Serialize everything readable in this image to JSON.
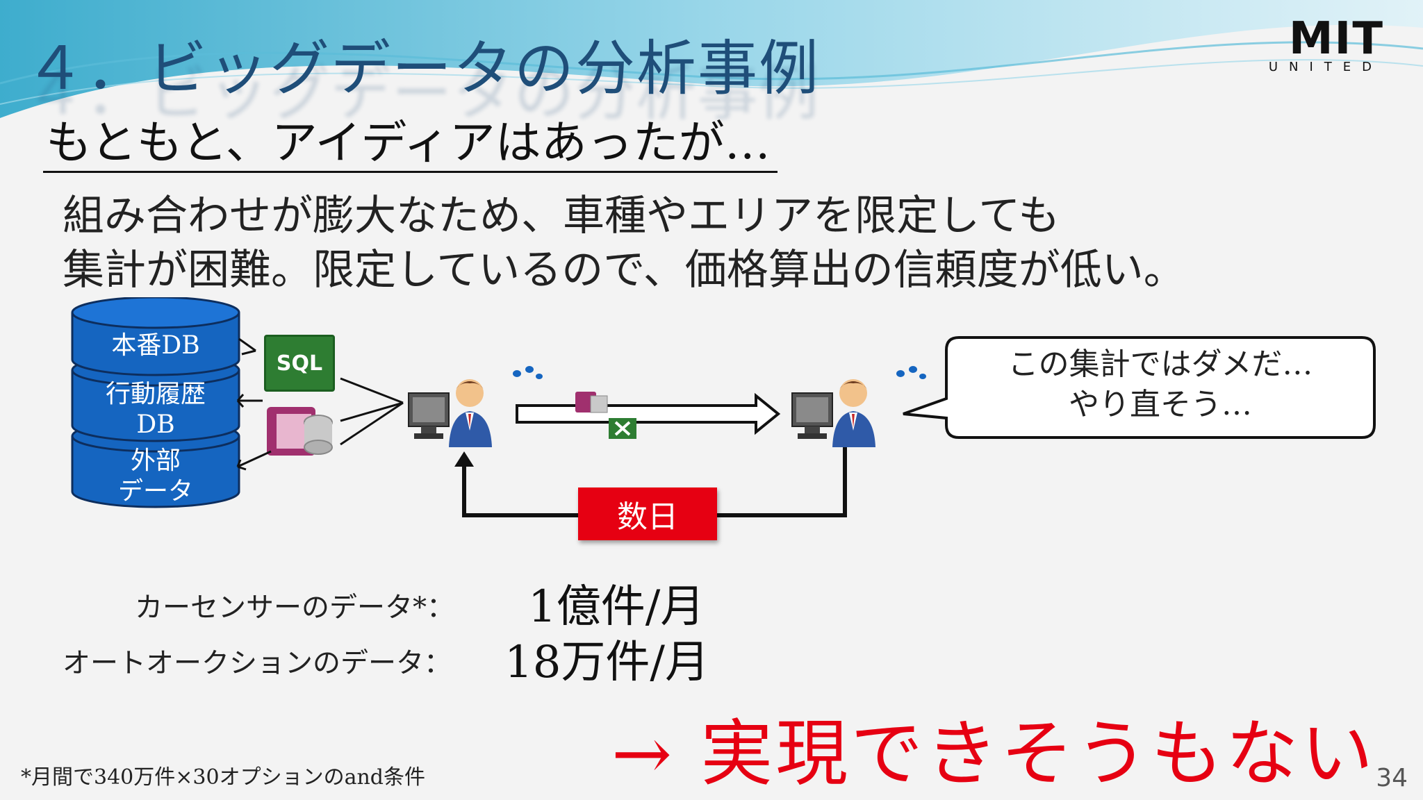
{
  "slide": {
    "title": "４．ビッグデータの分析事例",
    "subheading": "もともと、アイディアはあったが…",
    "body_lines": [
      "組み合わせが膨大なため、車種やエリアを限定しても",
      "集計が困難。限定しているので、価格算出の信頼度が低い。"
    ],
    "logo_main": "MIT",
    "logo_sub": "UNITED",
    "page_number": "34"
  },
  "diagram": {
    "databases": [
      {
        "label": "本番DB"
      },
      {
        "label": "行動履歴\nDB"
      },
      {
        "label": "外部\nデータ"
      }
    ],
    "sql_icon_label": "SQL",
    "speech_bubble": "この集計ではダメだ…\nやり直そう…",
    "duration_label": "数日"
  },
  "stats": [
    {
      "label": "カーセンサーのデータ*：",
      "value": "1億件/月"
    },
    {
      "label": "オートオークションのデータ：",
      "value": "18万件/月"
    }
  ],
  "conclusion": "→ 実現できそうもない",
  "footnote": "*月間で340万件×30オプションのand条件",
  "colors": {
    "title": "#1f4e79",
    "accent_red": "#e60012",
    "db_blue": "#1565c0"
  }
}
